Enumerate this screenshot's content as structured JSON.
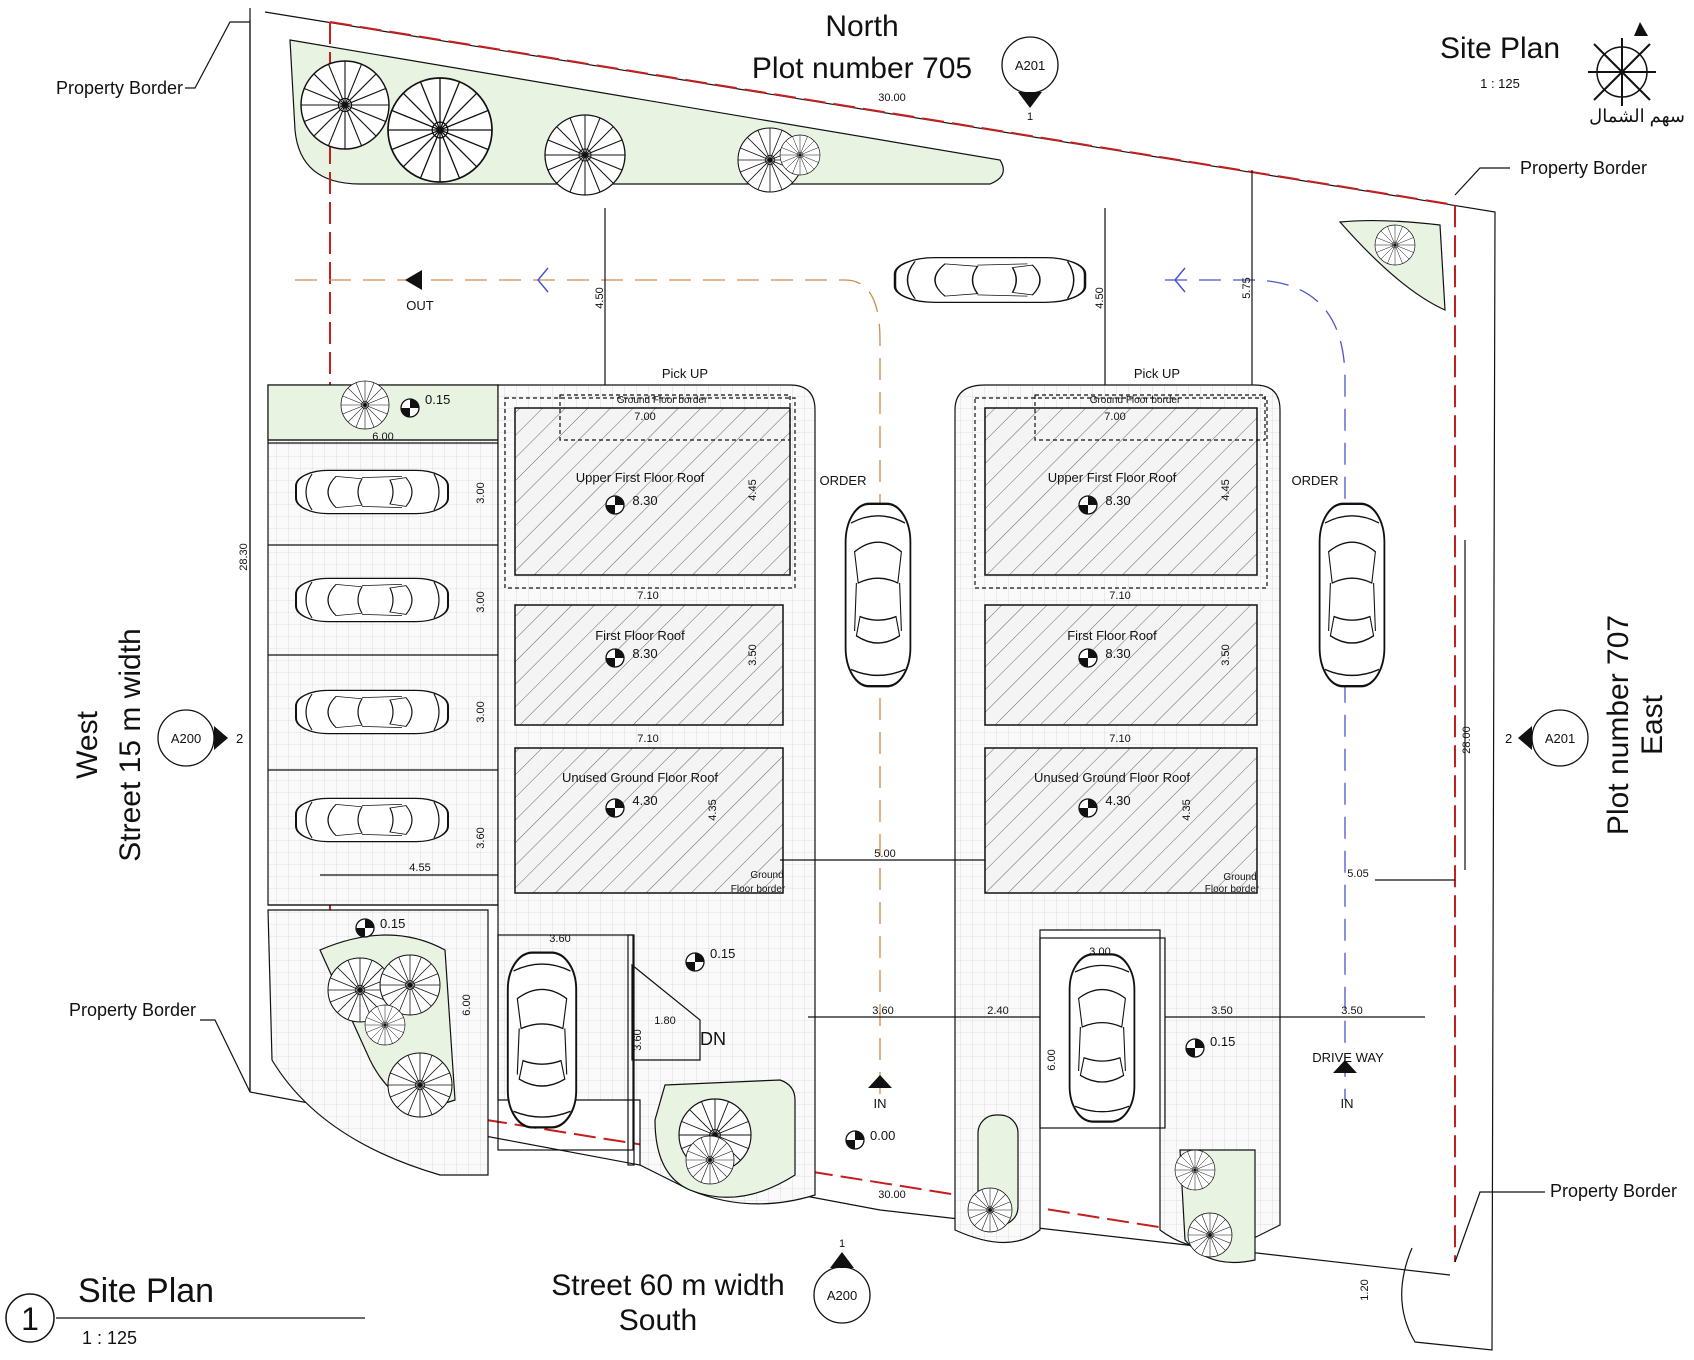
{
  "title_block": {
    "number": "1",
    "title": "Site Plan",
    "scale": "1 : 125"
  },
  "header": {
    "title": "Site Plan",
    "scale": "1 : 125",
    "north_arrow_arabic": "سهم الشمال"
  },
  "sides": {
    "north": "North",
    "north_plot": "Plot number 705",
    "south_street": "Street 60 m width",
    "south": "South",
    "west": "West",
    "west_street": "Street 15 m width",
    "east": "East",
    "east_plot": "Plot number 707"
  },
  "property_border": "Property Border",
  "section_markers": {
    "north": {
      "sheet": "A201",
      "num": "1"
    },
    "south": {
      "sheet": "A200",
      "num": "1"
    },
    "west": {
      "sheet": "A200",
      "num": "2"
    },
    "east": {
      "sheet": "A201",
      "num": "2"
    }
  },
  "traffic": {
    "out": "OUT",
    "in": "IN",
    "drive_way": "DRIVE WAY",
    "dn": "DN",
    "order": "ORDER",
    "pickup": "Pick UP"
  },
  "buildings": {
    "ground_floor_border": "Ground Floor border",
    "ground_floor_border_split": [
      "Ground",
      "Floor border"
    ],
    "roofs": [
      {
        "name": "Upper First Floor Roof",
        "level": "8.30",
        "width": "7.00",
        "depth": "4.45"
      },
      {
        "name": "First Floor Roof",
        "level": "8.30",
        "width": "7.10",
        "depth": "3.50"
      },
      {
        "name": "Unused Ground Floor Roof",
        "level": "4.30",
        "width": "7.10",
        "depth": "4.35"
      }
    ]
  },
  "levels": {
    "l015": "0.15",
    "l000": "0.00"
  },
  "dimensions": {
    "north_edge": "30.00",
    "south_edge": "30.00",
    "west_edge": "28.30",
    "east_edge": "28.00",
    "lane": "4.50",
    "east_lane": "5.75",
    "parking_width": "6.00",
    "bay": "3.00",
    "last_bay": "3.60",
    "accessible": "4.55",
    "between_buildings": "5.00",
    "east_gap": "5.05",
    "gate_a": "3.60",
    "gate_b": "2.40",
    "gate_c": "3.50",
    "gate_d": "3.50",
    "south_bay_a": "3.60",
    "south_bay_b": "3.00",
    "bay_depth": "6.00",
    "stair_w": "1.80",
    "stair_h": "3.60",
    "corner": "1.20"
  }
}
